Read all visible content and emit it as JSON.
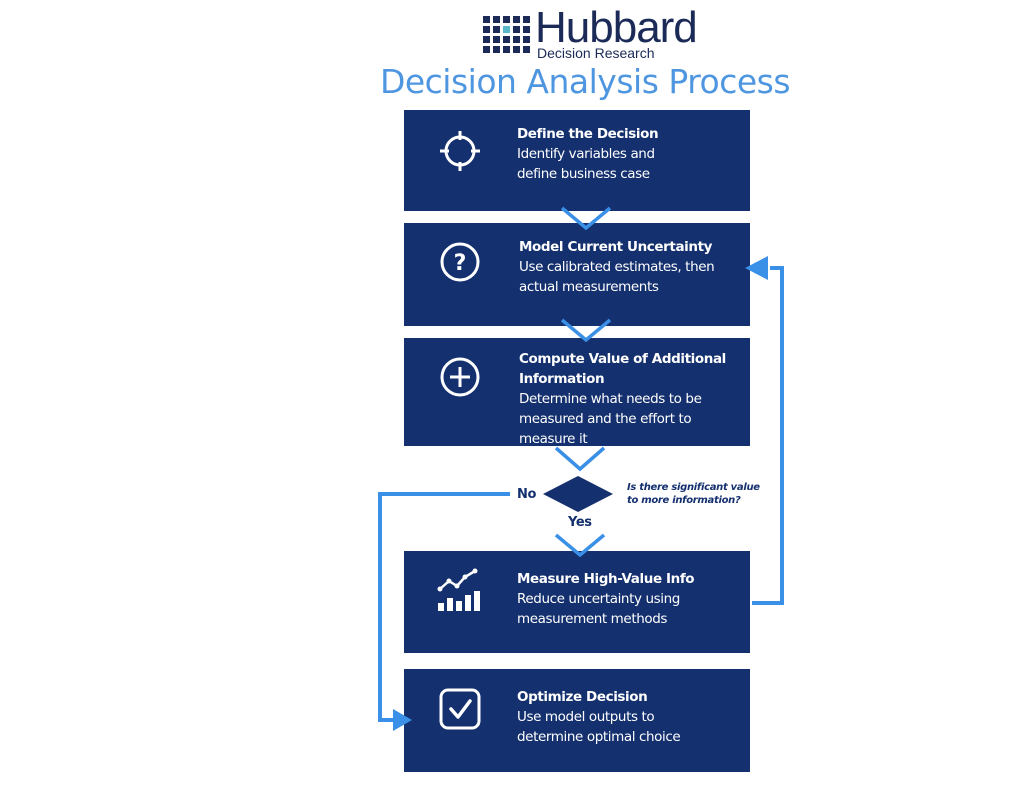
{
  "logo": {
    "word": "Hubbard",
    "subtitle": "Decision Research"
  },
  "title": "Decision Analysis Process",
  "steps": [
    {
      "title": "Define the Decision",
      "desc": "Identify variables and define business case",
      "icon": "crosshair-icon"
    },
    {
      "title": "Model Current Uncertainty",
      "desc": "Use calibrated estimates, then actual measurements",
      "icon": "question-circle-icon"
    },
    {
      "title": "Compute Value of Additional Information",
      "desc": "Determine what needs to be measured and the effort to measure it",
      "icon": "plus-circle-icon"
    },
    {
      "title": "Measure High-Value Info",
      "desc": "Reduce uncertainty using measurement methods",
      "icon": "chart-icon"
    },
    {
      "title": "Optimize Decision",
      "desc": "Use model outputs to determine optimal choice",
      "icon": "checkbox-icon"
    }
  ],
  "decision": {
    "question": "Is there significant value to more information?",
    "no_label": "No",
    "yes_label": "Yes"
  },
  "colors": {
    "box": "#14306e",
    "arrow": "#3a8fe6",
    "title": "#4f96e1",
    "logo": "#1b2a57"
  }
}
